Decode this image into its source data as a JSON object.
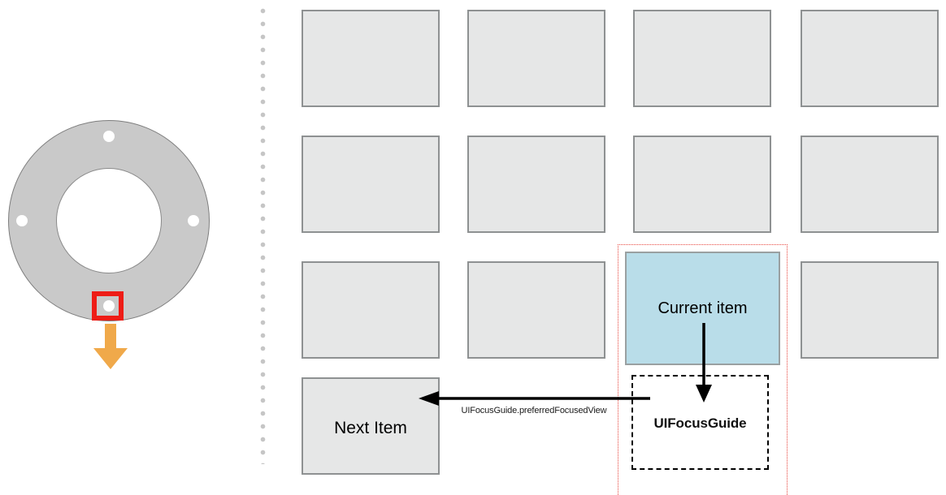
{
  "diagram": {
    "title": "UIFocusGuide focus redirection diagram",
    "colors": {
      "card_fill": "#e6e7e7",
      "card_border": "#8e9192",
      "current_item_fill": "#b9dde9",
      "highlight_red": "#ee1c16",
      "focus_region_red": "#e8473f",
      "arrow_orange": "#f0a94a",
      "dpad_gray": "#c9c9c9",
      "divider_dot_gray": "#c6c6c6",
      "annotation_black": "#000000"
    }
  },
  "remote": {
    "name": "siri-remote-dpad",
    "ring_label": "touch-ring",
    "buttons": [
      {
        "name": "dpad-up",
        "position": "up",
        "pressed": false
      },
      {
        "name": "dpad-left",
        "position": "left",
        "pressed": false
      },
      {
        "name": "dpad-right",
        "position": "right",
        "pressed": false
      },
      {
        "name": "dpad-down",
        "position": "down",
        "pressed": true
      }
    ],
    "highlight": {
      "target": "dpad-down",
      "color": "#ee1c16"
    },
    "direction_arrow": {
      "direction": "down",
      "color": "#f0a94a"
    }
  },
  "divider": {
    "style": "dotted-vertical",
    "color": "#c6c6c6"
  },
  "grid": {
    "rows": 4,
    "columns": 4,
    "cards": [
      {
        "id": "r1c1",
        "label": "",
        "state": "normal"
      },
      {
        "id": "r1c2",
        "label": "",
        "state": "normal"
      },
      {
        "id": "r1c3",
        "label": "",
        "state": "normal"
      },
      {
        "id": "r1c4",
        "label": "",
        "state": "normal"
      },
      {
        "id": "r2c1",
        "label": "",
        "state": "normal"
      },
      {
        "id": "r2c2",
        "label": "",
        "state": "normal"
      },
      {
        "id": "r2c3",
        "label": "",
        "state": "normal"
      },
      {
        "id": "r2c4",
        "label": "",
        "state": "normal"
      },
      {
        "id": "r3c1",
        "label": "",
        "state": "normal"
      },
      {
        "id": "r3c2",
        "label": "",
        "state": "normal"
      },
      {
        "id": "r3c3",
        "label": "Current item",
        "state": "focused"
      },
      {
        "id": "r3c4",
        "label": "",
        "state": "normal"
      },
      {
        "id": "r4c1",
        "label": "Next Item",
        "state": "normal"
      }
    ]
  },
  "labels": {
    "current_item": "Current item",
    "next_item": "Next Item",
    "focus_guide": "UIFocusGuide",
    "preferred_focused_view": "UIFocusGuide.preferredFocusedView"
  },
  "annotations": {
    "down_arrow": {
      "name": "focus-move-down-arrow",
      "from": "Current item",
      "to": "UIFocusGuide"
    },
    "left_arrow": {
      "name": "preferred-focused-view-arrow",
      "from": "UIFocusGuide",
      "to": "Next Item",
      "label": "UIFocusGuide.preferredFocusedView"
    }
  }
}
